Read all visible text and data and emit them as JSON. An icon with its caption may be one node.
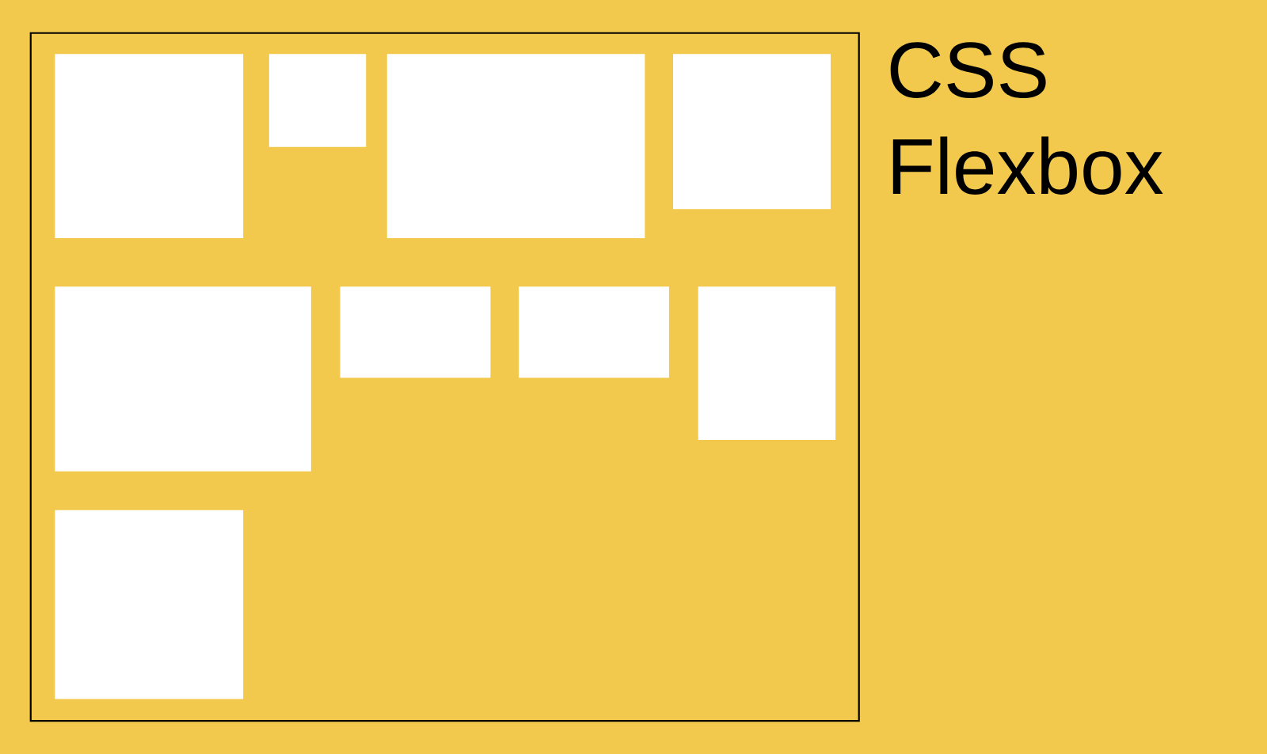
{
  "diagram": {
    "title": "CSS Flexbox",
    "nodes": [
      {
        "text": [],
        "shape": "box"
      },
      {
        "text": [],
        "shape": "box",
        "in": 0
      },
      {
        "text": [],
        "shape": "box",
        "in": 0
      },
      {
        "text": [],
        "shape": "box",
        "in": 0
      },
      {
        "text": [],
        "shape": "box",
        "in": 0
      },
      {
        "text": [],
        "shape": "box",
        "in": 0
      },
      {
        "text": [],
        "shape": "box",
        "in": 0
      },
      {
        "text": [],
        "shape": "box",
        "in": 0
      },
      {
        "text": [],
        "shape": "box",
        "in": 0
      },
      {
        "text": [],
        "shape": "box",
        "in": 0
      }
    ]
  }
}
